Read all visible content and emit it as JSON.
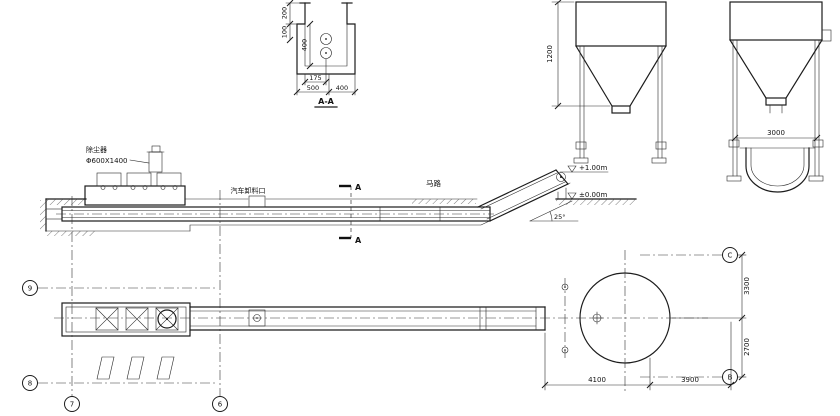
{
  "drawing": {
    "section_aa": {
      "title": "A-A",
      "dim_200": "200",
      "dim_100": "100",
      "dim_400_side": "400",
      "dim_175": "175",
      "dim_500": "500",
      "dim_400_bottom": "400"
    },
    "silos": {
      "silo1_height": "1200",
      "silo2_leg_span": "3000"
    },
    "elevation": {
      "dust_collector": "除尘器",
      "dust_collector_spec": "Φ600X1400",
      "truck_unload_port": "汽车卸料口",
      "road": "马路",
      "section_mark": "A",
      "level_top": "+1.00m",
      "level_zero": "±0.00m",
      "angle": "25°"
    },
    "plan": {
      "dim_4100": "4100",
      "dim_3900": "3900",
      "dim_3300": "3300",
      "dim_2700": "2700"
    },
    "axes": {
      "left_top": "9",
      "left_bottom": "8",
      "bottom_left": "7",
      "bottom_right": "6",
      "right_top": "C",
      "right_bottom": "B"
    }
  }
}
